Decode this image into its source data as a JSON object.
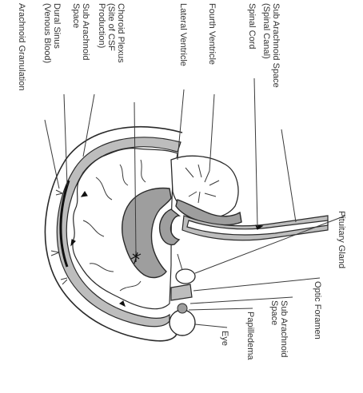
{
  "labels": {
    "arachnoid_granulation": "Arachnoid Granulation",
    "dural_sinus": [
      "Dural Sinus",
      "(Venous Blood)"
    ],
    "sub_arachnoid_space_top": [
      "Sub Arachnoid",
      "Space"
    ],
    "choroid_plexus": [
      "Choroid Plexus",
      "(Site of CSF",
      "Production)"
    ],
    "lateral_ventricle": "Lateral Ventricle",
    "fourth_ventricle": "Fourth Ventricle",
    "spinal_cord": "Spinal Cord",
    "sub_arachnoid_space_spinal": [
      "Sub Arachnoid Space",
      "(Spinal Canal)"
    ],
    "pituitary_gland": "Pituitary Gland",
    "optic_foramen": "Optic Foramen",
    "sub_arachnoid_space_bottom": [
      "Sub Arachnoid",
      "Space"
    ],
    "papilledema": "Papilledema",
    "eye": "Eye"
  },
  "colors": {
    "csf_fill": "#9e9e9e",
    "line": "#2a2a2a",
    "label": "#333333"
  }
}
